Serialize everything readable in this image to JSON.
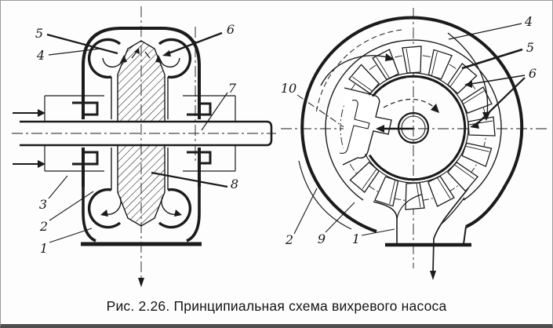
{
  "figure": {
    "caption": "Рис. 2.26. Принципиальная схема вихревого насоса",
    "colors": {
      "ink": "#1b1b1b",
      "frame_border": "#9a9a9a",
      "bottom_rule": "#4e4e4e",
      "paper": "#fdfdfd"
    },
    "views": {
      "section": {
        "callouts": {
          "c1": "1",
          "c2": "2",
          "c3": "3",
          "c4": "4",
          "c5": "5",
          "c6": "6",
          "c7": "7",
          "c8": "8"
        }
      },
      "front": {
        "callouts": {
          "c1": "1",
          "c2": "2",
          "c4": "4",
          "c5": "5",
          "c6": "6",
          "c9": "9",
          "c10": "10"
        }
      }
    }
  }
}
